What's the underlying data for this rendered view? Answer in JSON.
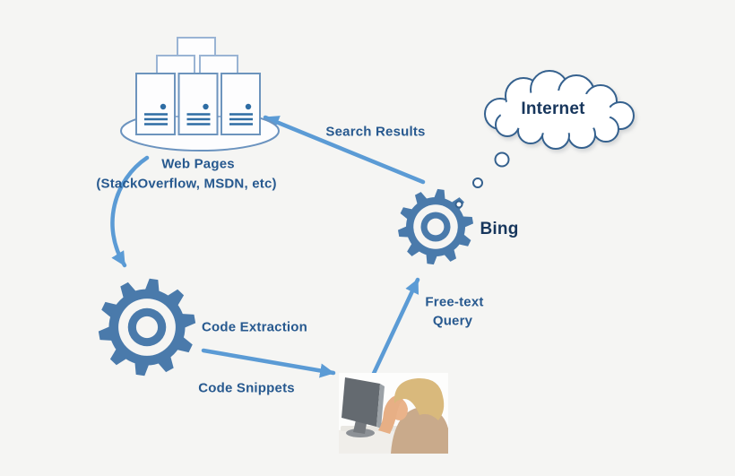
{
  "colors": {
    "background": "#f5f5f3",
    "arrow": "#5b9bd5",
    "gear": "#4a7aab",
    "label_text": "#27598f",
    "title_text": "#17365c",
    "outline": "#35618e",
    "server_border": "#6d94bd",
    "server_mark": "#2e6da4"
  },
  "nodes": {
    "web_pages": {
      "label": "Web Pages",
      "sublabel": "(StackOverflow, MSDN, etc)",
      "icon": "server-stack-icon"
    },
    "internet": {
      "label": "Internet",
      "icon": "thought-cloud-icon"
    },
    "bing": {
      "label": "Bing",
      "icon": "gear-icon"
    },
    "code_extraction": {
      "label": "Code Extraction",
      "icon": "gear-icon"
    },
    "user": {
      "icon": "person-at-computer-photo"
    }
  },
  "edges": {
    "search_results": {
      "label": "Search Results",
      "from": "bing",
      "to": "web_pages"
    },
    "web_pages_to_code_extraction": {
      "from": "web_pages",
      "to": "code_extraction"
    },
    "code_snippets": {
      "label": "Code Snippets",
      "from": "code_extraction",
      "to": "user"
    },
    "free_text_query": {
      "lines": [
        "Free-text",
        "Query"
      ],
      "from": "user",
      "to": "bing"
    }
  }
}
